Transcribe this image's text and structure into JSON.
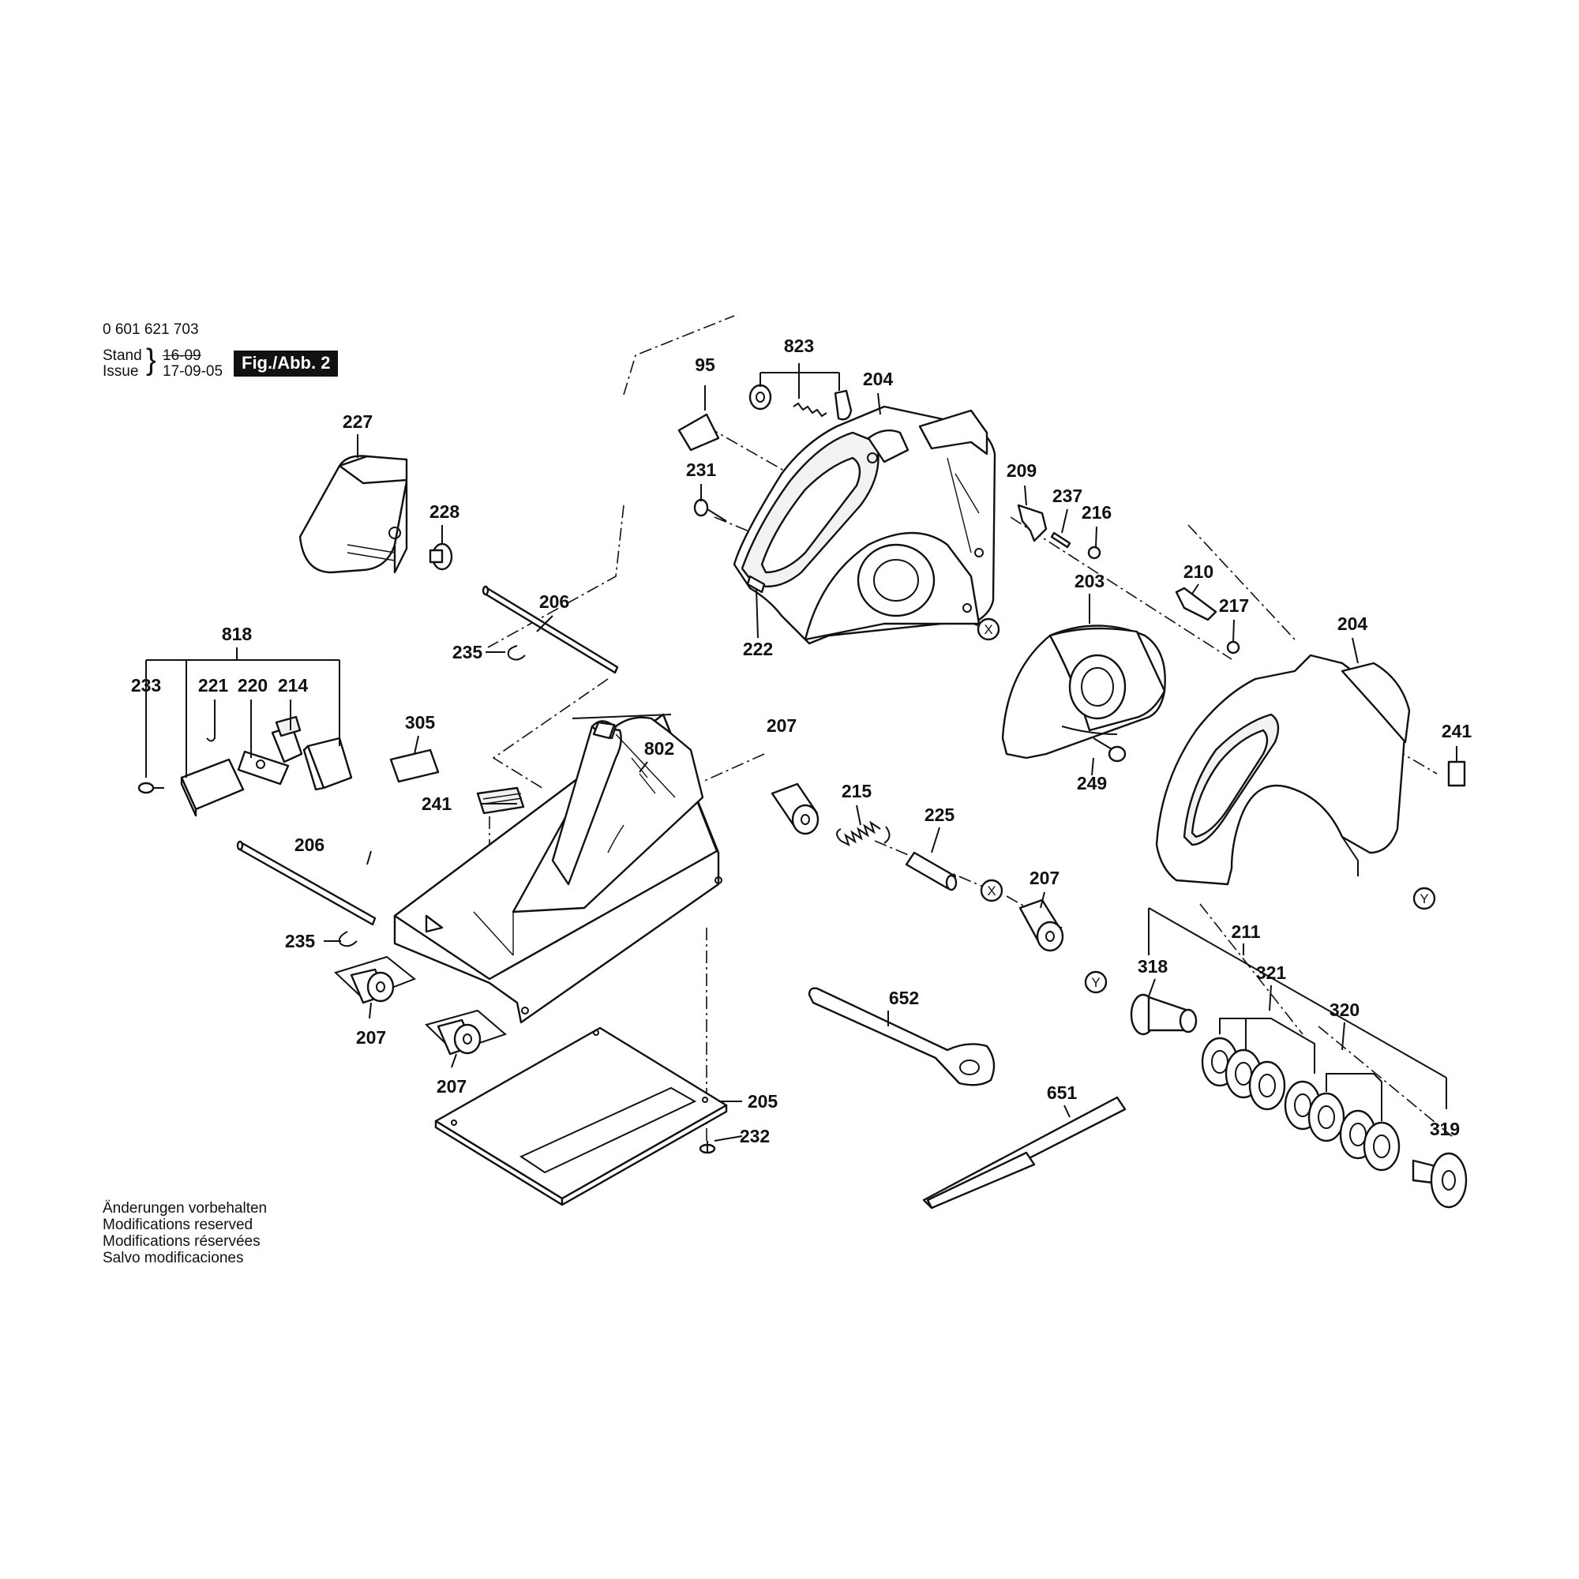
{
  "header": {
    "part_number": "0 601 621 703",
    "stand_label": "Stand",
    "issue_label": "Issue",
    "old_date": "16-09",
    "date": "17-09-05",
    "figure": "Fig./Abb. 2"
  },
  "footer": [
    "Änderungen vorbehalten",
    "Modifications reserved",
    "Modifications réservées",
    "Salvo modificaciones"
  ],
  "callouts": {
    "c95": "95",
    "c823": "823",
    "c204a": "204",
    "c231": "231",
    "c209": "209",
    "c237": "237",
    "c216": "216",
    "c203": "203",
    "c222": "222",
    "c210": "210",
    "c217": "217",
    "c204b": "204",
    "c241a": "241",
    "c249": "249",
    "c227": "227",
    "c228": "228",
    "c206a": "206",
    "c235a": "235",
    "c818": "818",
    "c233": "233",
    "c221": "221",
    "c220": "220",
    "c214": "214",
    "c305": "305",
    "c802": "802",
    "c241b": "241",
    "c207a": "207",
    "c215": "215",
    "c225": "225",
    "c207b": "207",
    "c206b": "206",
    "c235b": "235",
    "c207c": "207",
    "c207d": "207",
    "c211": "211",
    "c318": "318",
    "c321": "321",
    "c320": "320",
    "c319": "319",
    "c652": "652",
    "c651": "651",
    "c205": "205",
    "c232": "232"
  },
  "refs": {
    "x1": "X",
    "x2": "X",
    "y1": "Y",
    "y2": "Y"
  }
}
